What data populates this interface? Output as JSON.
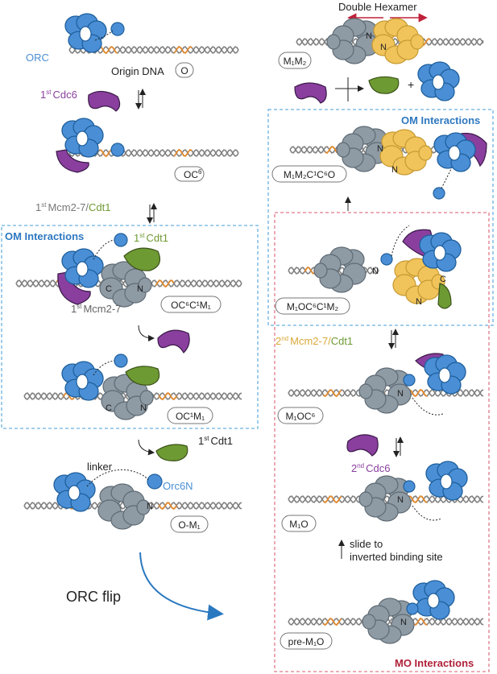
{
  "colors": {
    "orc_blue": "#4a8fd6",
    "orc_dark": "#1f5f9c",
    "cdc6_purple": "#8a3f9e",
    "cdt1_green": "#6e9a33",
    "mcm_gray": "#8e9aa4",
    "mcm_dark": "#5f6b74",
    "mcm_yellow": "#f0c45a",
    "mcm_yellow_dark": "#c69a33",
    "om_box": "#6ab0e0",
    "mo_box": "#e07a8a",
    "om_title": "#2e78c0",
    "mo_title": "#b0213a",
    "arrow_blue": "#2a78c0",
    "hexamer_red": "#c0213a",
    "dna_gray": "#808080",
    "dna_orange": "#e38a2e"
  },
  "left": {
    "orc_label": "ORC",
    "origin_dna": "Origin DNA",
    "state_o": "O",
    "cdc6_1": {
      "sup": "st",
      "num": "1",
      "text": "Cdc6"
    },
    "state_oc6": {
      "base": "OC",
      "sup": "6"
    },
    "mcm_cdt1": {
      "num": "1",
      "sup": "st",
      "mcm": "Mcm2-7/",
      "cdt1": "Cdt1"
    },
    "om_title": "OM Interactions",
    "cdt1_1": {
      "num": "1",
      "sup": "st",
      "text": "Cdt1"
    },
    "mcm_1": {
      "num": "1",
      "sup": "st",
      "text": "Mcm2-7"
    },
    "state_oc6c1m1": "OC⁶C¹M₁",
    "state_oc1m1": "OC¹M₁",
    "cdt1_release": {
      "num": "1",
      "sup": "st",
      "text": "Cdt1"
    },
    "linker": "linker",
    "orc6n": "Orc6N",
    "state_om1": "O-M₁",
    "orc_flip": "ORC flip"
  },
  "right": {
    "double_hexamer": "Double Hexamer",
    "state_m1m2": "M₁M₂",
    "plus": "+",
    "om_title": "OM Interactions",
    "state_m1m2c1c6o": "M₁M₂C¹C⁶O",
    "state_m1oc6c1m2": "M₁OC⁶C¹M₂",
    "mcm_cdt1_2": {
      "num": "2",
      "sup": "nd",
      "mcm": "Mcm2-7/",
      "cdt1": "Cdt1"
    },
    "state_m1oc6": "M₁OC⁶",
    "cdc6_2": {
      "num": "2",
      "sup": "nd",
      "text": "Cdc6"
    },
    "state_m1o": "M₁O",
    "slide": "slide to",
    "slide2": "inverted binding site",
    "state_pre": "pre-M₁O",
    "mo_title": "MO Interactions"
  },
  "subunit_labels": {
    "c": "C",
    "n": "N"
  }
}
